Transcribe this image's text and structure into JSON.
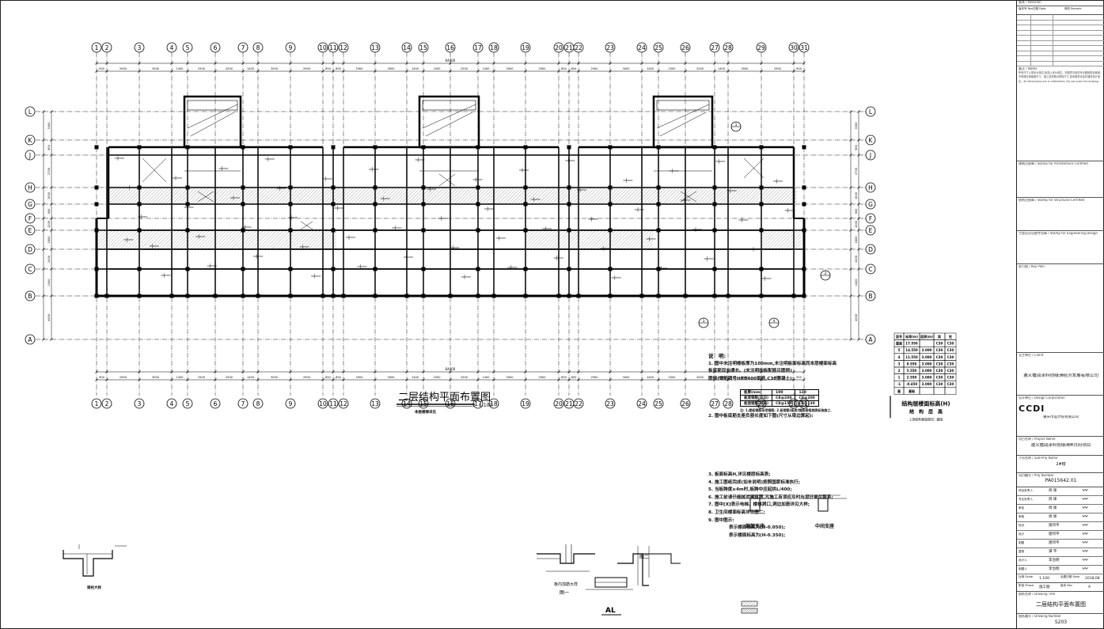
{
  "drawing": {
    "title": "二层结构平面布置图",
    "scale": "1:100",
    "subtitle": "本层楼梯详见",
    "top_overall_dim": "64400",
    "bottom_overall_dim": "64400",
    "axes_x": [
      "1",
      "2",
      "3",
      "4",
      "5",
      "6",
      "7",
      "8",
      "9",
      "10",
      "11",
      "12",
      "13",
      "14",
      "15",
      "16",
      "17",
      "18",
      "19",
      "20",
      "21",
      "22",
      "23",
      "24",
      "25",
      "26",
      "27",
      "28",
      "29",
      "30",
      "31"
    ],
    "axes_y": [
      "L",
      "K",
      "J",
      "H",
      "G",
      "F",
      "E",
      "D",
      "C",
      "B",
      "A"
    ],
    "top_dims": [
      "900",
      "2900",
      "3000",
      "1400",
      "2500",
      "2500",
      "1400",
      "3000",
      "2900",
      "850",
      "850",
      "2900",
      "3000",
      "1400",
      "2500",
      "2500",
      "1400",
      "3000",
      "2900",
      "850",
      "850",
      "2900",
      "3000",
      "1400",
      "2500",
      "2500",
      "1400",
      "3000",
      "2900",
      "900"
    ],
    "left_dims": [
      "3300",
      "900",
      "2700",
      "1500",
      "600",
      "1200",
      "1800",
      "2400",
      "2400",
      "4000"
    ],
    "section_marks": [
      "1",
      "2",
      "3",
      "4"
    ]
  },
  "details": {
    "detail_a_label": "梁柱大样",
    "detail_1_label": "图一",
    "detail_1_caption": "板内加筋大样",
    "detail_2_label": "图二",
    "detail_al_label": "AL"
  },
  "level_table": {
    "caption": "结构层楼面标高(H)",
    "caption2": "结　构　层　高",
    "footnote": "上部结构嵌固部位: 基础",
    "rows": [
      [
        "屋面",
        "17.550",
        "",
        "C30",
        "C30"
      ],
      [
        "5",
        "14.550",
        "3.000",
        "C30",
        "C30"
      ],
      [
        "4",
        "11.550",
        "3.000",
        "C30",
        "C30"
      ],
      [
        "3",
        "8.550",
        "3.000",
        "C30",
        "C30"
      ],
      [
        "2",
        "5.550",
        "3.000",
        "C30",
        "C30"
      ],
      [
        "1",
        "2.550",
        "3.000",
        "C30",
        "C30"
      ],
      [
        "-1",
        "-0.450",
        "3.000",
        "C30",
        "C30"
      ],
      [
        "基",
        "基础",
        "",
        "",
        ""
      ]
    ],
    "head_row": [
      "层号",
      "标高(m)",
      "层高(m)",
      "梁",
      "柱"
    ]
  },
  "notes": {
    "heading": "说　明:",
    "items": [
      "1. 图中未注明楼板厚为100mm,未注明板面标高同本层楼面标高",
      "   板底筋双向通长。(未注明的板配筋见图例)",
      "   图例(钢筋牌号HRB400钢筋,C30混凝土):",
      "2. 图中板底筋支座负筋长度如下图(尺寸从梁边算起):",
      "3. 板面标高H,详见楼层标高表;",
      "4. 施工图纸完成(如未说明)按照国家标准执行;",
      "5. 当板跨度≥4m时,板跨中应起拱L/400;",
      "6. 施工前请仔细核对建筑图,凡施工有误应及时与设计单位联系;",
      "7. 图中[X]表示电梯、楼梯洞口,洞边加筋详见大样;",
      "8. 卫生间楼面标高详见图二;",
      "9. 图中图示:",
      "   表示楼面标高为(H-0.050);",
      "   表示楼面标高为(H-0.350);"
    ],
    "table_head": [
      "板厚(mm)",
      "100",
      "120"
    ],
    "table_rows": [
      [
        "板底钢筋(双向)",
        "C8@200",
        "C8@200"
      ],
      [
        "板面钢筋(双向)",
        "C8@150",
        "C8@130"
      ]
    ],
    "table_note": "注: 1.楼板钢筋采用钢筋; 2.板钢筋(板底)钢筋规格按照标准施工.",
    "support_end": "端部支座",
    "support_mid": "中间支座"
  },
  "title_block": {
    "rev_label": "版本 / Revision",
    "rev_cols": [
      "版本号 Rev",
      "日期 Date",
      "修改 Remark"
    ],
    "notes_label": "备注 / Notes",
    "notes_text": "所有尺寸以毫米为单位,标高以米为单位。本图须与相关专业图纸配合使用,不得按比例量取尺寸。施工前须核对现场尺寸,如有差异请及时通知设计单位。All dimensions are in millimeters. Do not scale this drawing.",
    "stamp_arch": "建筑注册章 / Stamp for Architecture Certified",
    "stamp_struct": "结构注册章 / Stamp for Structural Certified",
    "stamp_eng": "工程设计出图专用章 / Stamp for Engineering Design",
    "keyplan": "索引图 / Key Plan",
    "client_label": "业主单位 / Client",
    "client": "遵义播润泽科创绿洲经济发展有限公司",
    "design_corp_label": "设计单位 / Design Corporation",
    "design_corp": "重庆市设计院有限公司",
    "project_label": "项目名称 / Project Name",
    "project": "遵义播润泽科创绿洲畔月府项目",
    "subproject_label": "子项名称 / Sub-Proj Name",
    "subproject": "2#楼",
    "projno_label": "项目编号 / Proj Number",
    "projno": "PA015642.01",
    "sign_rows": [
      [
        "项目负责人",
        "周 锋"
      ],
      [
        "专业负责人",
        "周 锋"
      ],
      [
        "审定",
        "周 锋"
      ],
      [
        "审核",
        "周 锋"
      ],
      [
        "校对",
        "唐邦平"
      ],
      [
        "设计",
        "唐邦平"
      ],
      [
        "制图",
        "唐邦平"
      ],
      [
        "复核",
        "谭 平"
      ],
      [
        "设计人",
        "李治明"
      ],
      [
        "制图人",
        "李治明"
      ]
    ],
    "scale_label": "比例 Scale",
    "scale": "1:100",
    "date_label": "出图日期 Date",
    "date": "2018.08",
    "phase_label": "阶段 Phase",
    "phase": "施工图",
    "version_label": "版本 Rev",
    "version": "A",
    "drawing_title_label": "图纸名称 / Drawing Title",
    "drawing_title": "二层结构平面布置图",
    "drawing_no_label": "图纸编号 / Drawing Number",
    "drawing_no": "S203"
  }
}
